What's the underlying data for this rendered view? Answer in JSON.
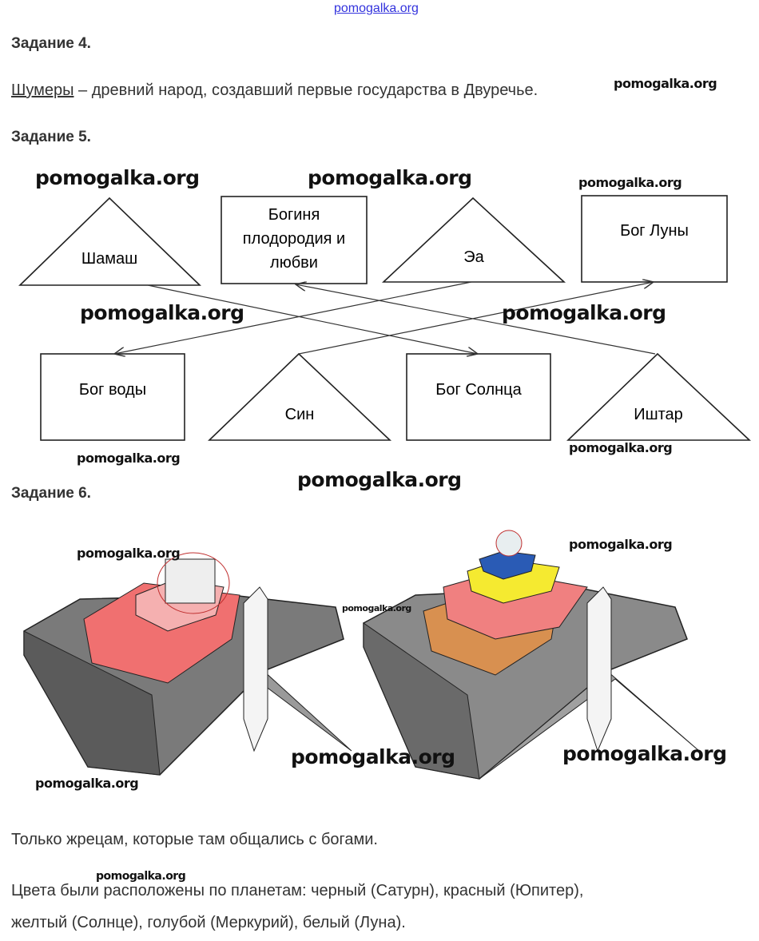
{
  "header_link": "pomogalka.org",
  "task4": {
    "heading": "Задание 4.",
    "answer_term": "Шумеры",
    "answer_rest": " – древний народ, создавший первые государства в Двуречье."
  },
  "task5": {
    "heading": "Задание 5.",
    "gods": [
      "Шамаш",
      "Эа",
      "Син",
      "Иштар"
    ],
    "roles": {
      "fertility": [
        "Богиня",
        "плодородия и",
        "любви"
      ],
      "moon": "Бог Луны",
      "water": "Бог воды",
      "sun": "Бог Солнца"
    }
  },
  "task6": {
    "heading": "Задание 6.",
    "answer1": "Только жрецам, которые там общались с богами.",
    "answer2_line1": "Цвета были расположены по планетам: черный (Сатурн), красный (Юпитер),",
    "answer2_line2": "желтый (Солнце), голубой (Меркурий), белый (Луна)."
  },
  "watermarks": [
    "pomogalka.org",
    "pomogalka.org",
    "pomogalka.org",
    "pomogalka.org",
    "pomogalka.org",
    "pomogalka.org",
    "pomogalka.org",
    "pomogalka.org",
    "pomogalka.org",
    "pomogalka.org",
    "pomogalka.org",
    "pomogalka.org",
    "pomogalka.org",
    "pomogalka.org",
    "pomogalka.org",
    "pomogalka.org"
  ],
  "colors": {
    "text": "#333333",
    "link": "#3333dd",
    "red": "#f07070",
    "yellow": "#f5ea30",
    "blue": "#2a5bb5",
    "orange": "#d89050",
    "stone": "#6a6a6a"
  }
}
